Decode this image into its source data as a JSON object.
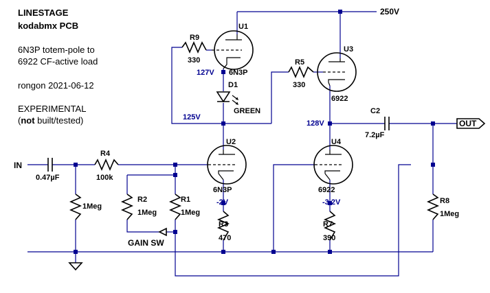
{
  "notes": {
    "title_line1": "LINESTAGE",
    "title_line2": "kodabmx PCB",
    "desc_line1": "6N3P totem-pole to",
    "desc_line2": "6922 CF-active load",
    "author": "rongon 2021-06-12",
    "status_line1": "EXPERIMENTAL",
    "status_line2_bold": "not",
    "status_line2_rest": " built/tested)",
    "status_line2_open": "("
  },
  "supply": {
    "label": "250V"
  },
  "ports": {
    "input": "IN",
    "output": "OUT"
  },
  "tubes": {
    "u1": {
      "ref": "U1",
      "type": "6N3P",
      "node_voltage": "127V"
    },
    "u2": {
      "ref": "U2",
      "type": "6N3P",
      "cathode_voltage": "2V"
    },
    "u3": {
      "ref": "U3",
      "type": "6922"
    },
    "u4": {
      "ref": "U4",
      "type": "6922",
      "cathode_voltage": "3.2V"
    }
  },
  "diode": {
    "ref": "D1",
    "label": "GREEN"
  },
  "node_voltages": {
    "mid_left": "125V",
    "mid_right": "128V"
  },
  "resistors": {
    "r1": {
      "ref": "R1",
      "value": "1Meg"
    },
    "r2": {
      "ref": "R2",
      "value": "1Meg"
    },
    "r3": {
      "ref": "R3",
      "value": "470"
    },
    "r4": {
      "ref": "R4",
      "value": "100k"
    },
    "r5": {
      "ref": "R5",
      "value": "330"
    },
    "r7": {
      "ref": "R7",
      "value": "390"
    },
    "r8": {
      "ref": "R8",
      "value": "1Meg"
    },
    "r9": {
      "ref": "R9",
      "value": "330"
    },
    "rin": {
      "value": "1Meg"
    }
  },
  "capacitors": {
    "cin": {
      "value": "0.47µF"
    },
    "c2": {
      "ref": "C2",
      "value": "7.2µF"
    }
  },
  "switch": {
    "label": "GAIN SW"
  }
}
